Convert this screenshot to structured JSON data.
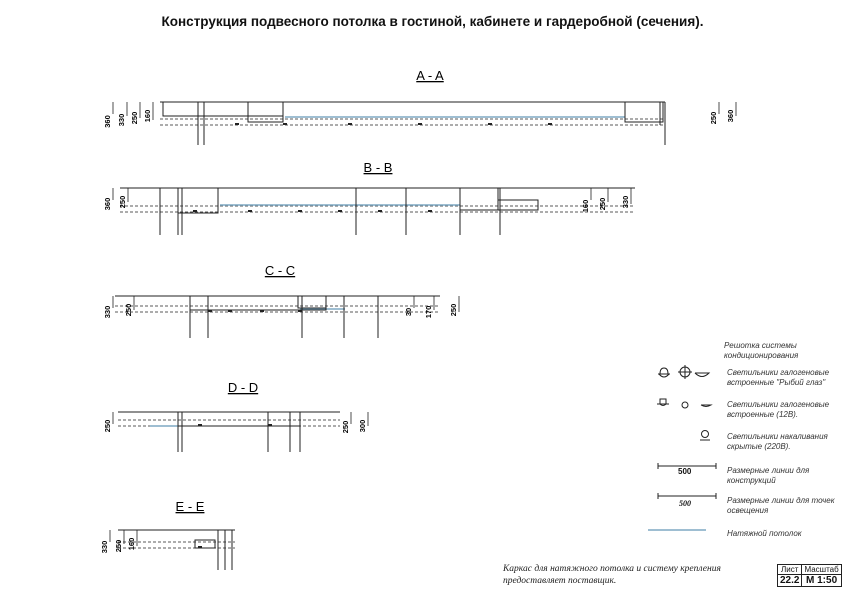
{
  "title": "Конструкция подвесного потолка в гостиной, кабинете и гардеробной (сечения).",
  "colors": {
    "stretch_ceiling": "#7fa9c4",
    "line": "#222222"
  },
  "sections": [
    {
      "name": "A - A",
      "dims_left": [
        "360",
        "330",
        "250",
        "160"
      ],
      "dims_right": [
        "250",
        "360"
      ]
    },
    {
      "name": "B - B",
      "dims_left": [
        "360",
        "250"
      ],
      "dims_right": [
        "160",
        "250",
        "330"
      ]
    },
    {
      "name": "C - C",
      "dims_left": [
        "330",
        "250"
      ],
      "dims_right": [
        "30",
        "170",
        "250"
      ]
    },
    {
      "name": "D - D",
      "dims_left": [
        "250"
      ],
      "dims_right": [
        "250",
        "300"
      ]
    },
    {
      "name": "E - E",
      "dims_left": [
        "330",
        "250",
        "160"
      ],
      "dims_right": []
    }
  ],
  "legend": {
    "ac_grille": "Решотка системы кондиционирования",
    "fisheye": "Светильники галогеновые встроенные \"Рыбий глаз\"",
    "halogen12": "Светильники галогеновые встроенные (12В).",
    "hidden220": "Светильники накаливания скрытые (220В).",
    "dim_constr_value": "500",
    "dim_constr": "Размерные линии для конструкций",
    "dim_light_value": "500",
    "dim_light": "Размерные линии для точек освещения",
    "stretch": "Натяжной потолок"
  },
  "note": "Каркас для натяжного потолка и систему крепления предоставляет поставщик.",
  "stamp": {
    "sheet_label": "Лист",
    "scale_label": "Масштаб",
    "sheet": "22.2",
    "scale": "М 1:50"
  }
}
